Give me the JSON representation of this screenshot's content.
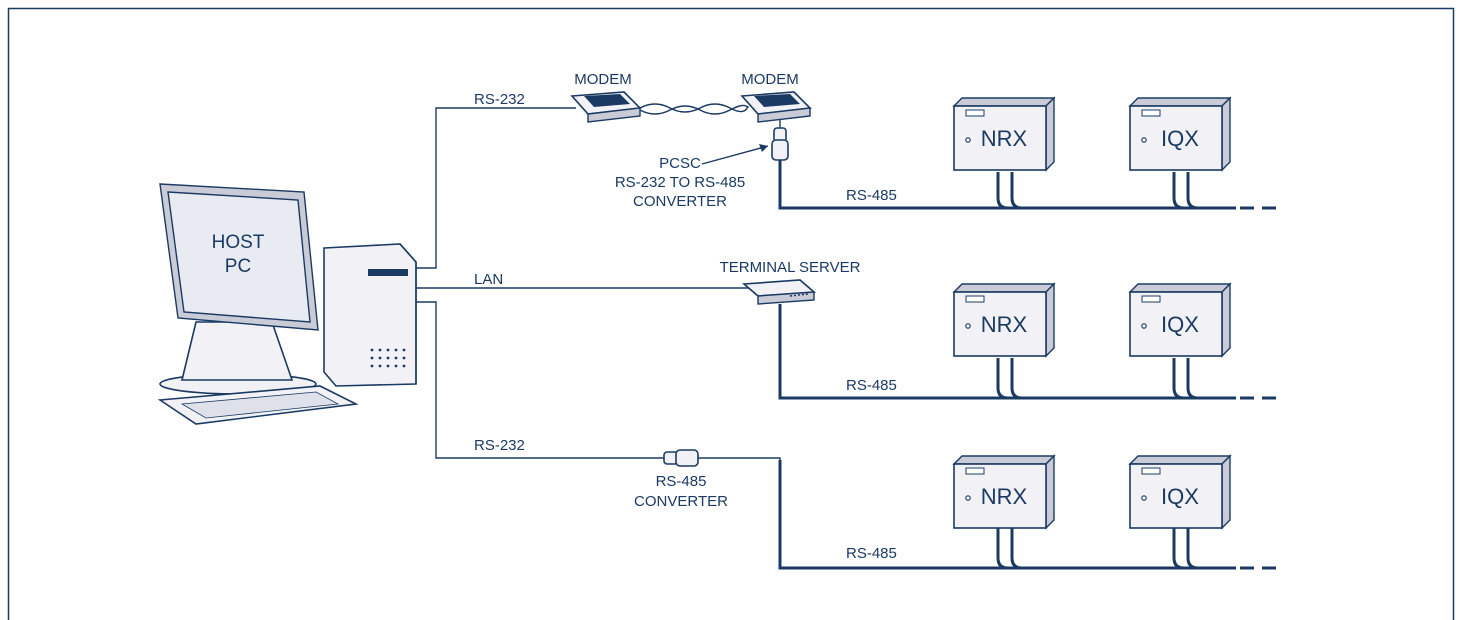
{
  "host": {
    "line1": "HOST",
    "line2": "PC"
  },
  "branches": [
    {
      "link_label": "RS-232",
      "bus_label": "RS-485",
      "modem_a": "MODEM",
      "modem_b": "MODEM",
      "converter_lines": [
        "PCSC",
        "RS-232 TO RS-485",
        "CONVERTER"
      ]
    },
    {
      "link_label": "LAN",
      "bus_label": "RS-485",
      "server_label": "TERMINAL SERVER"
    },
    {
      "link_label": "RS-232",
      "bus_label": "RS-485",
      "converter_lines": [
        "RS-485",
        "CONVERTER"
      ]
    }
  ],
  "panel_labels": {
    "nrx": "NRX",
    "iqx": "IQX"
  },
  "colors": {
    "ink": "#1b3a63",
    "fill": "#f2f2f6",
    "shade": "#c9cbd6"
  }
}
